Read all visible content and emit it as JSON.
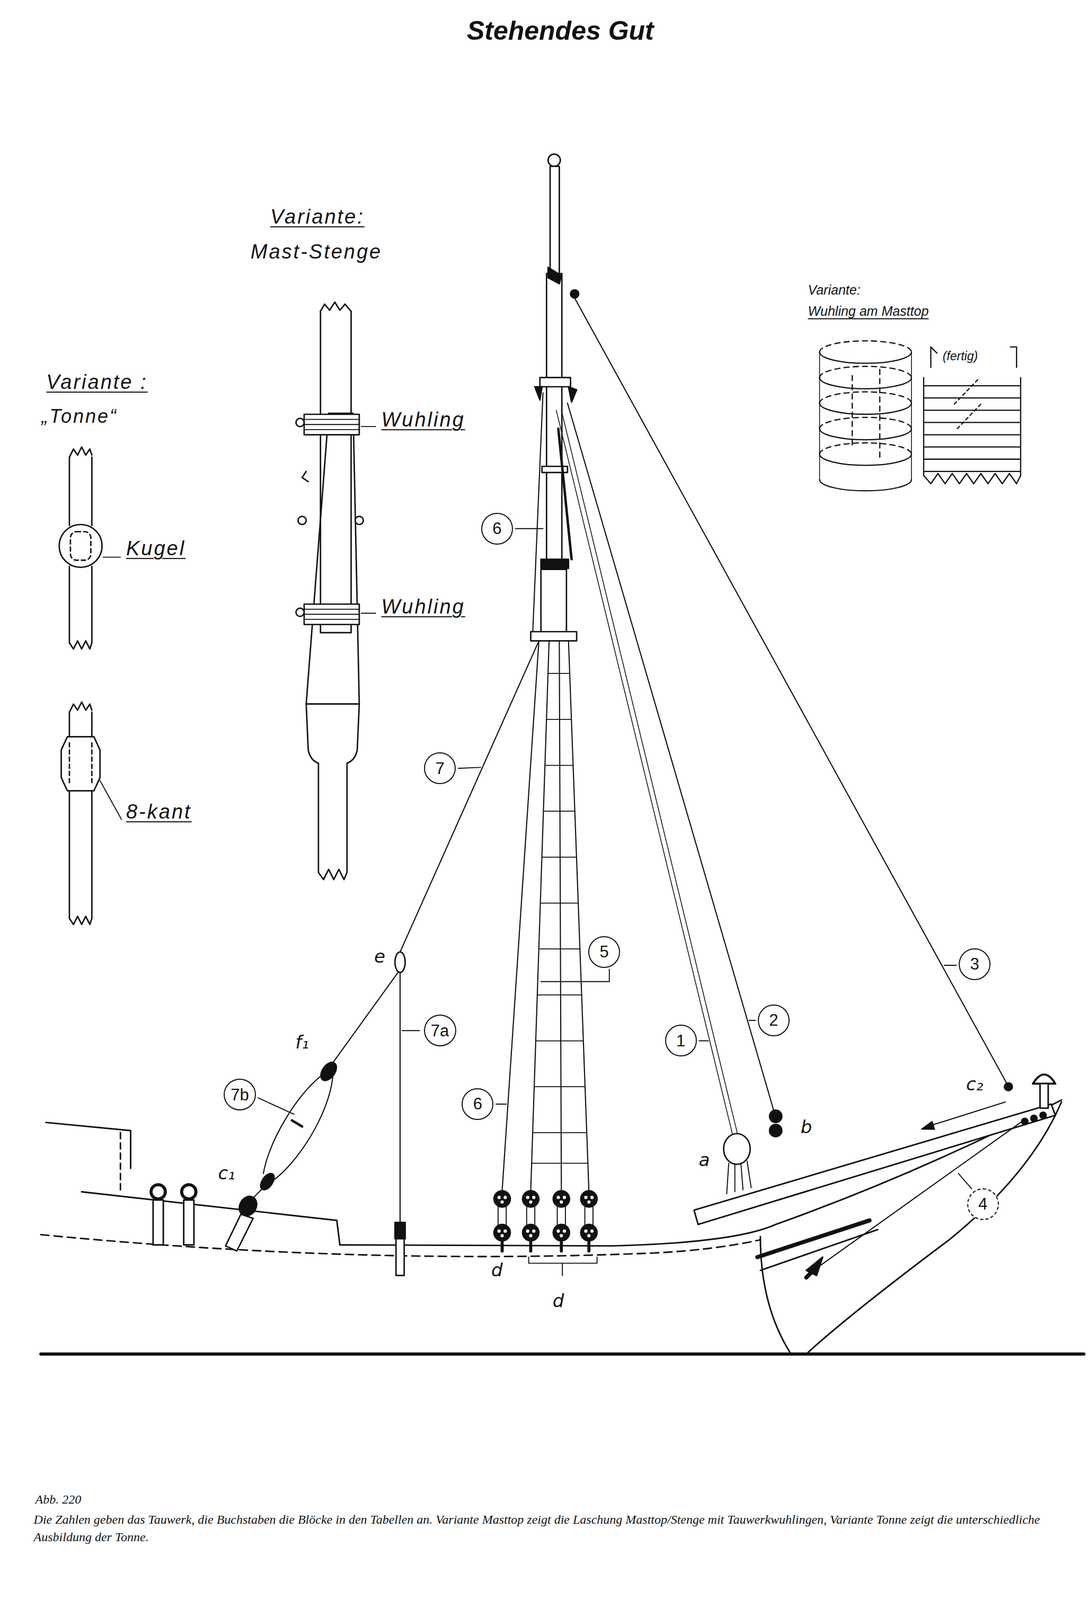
{
  "diagram": {
    "title": "Stehendes Gut",
    "caption": "Die Zahlen geben das Tauwerk, die Buchstaben die Blöcke in den Tabellen an. Variante Masttop zeigt die Laschung Masttop/Stenge mit Tauwerkwuhlingen, Variante Tonne zeigt die unterschiedliche Ausbildung der Tonne.",
    "nodes": [
      {
        "text": [
          "6"
        ]
      },
      {
        "text": [
          "7"
        ]
      },
      {
        "text": [
          "5"
        ]
      },
      {
        "text": [
          "3"
        ]
      },
      {
        "text": [
          "2"
        ]
      },
      {
        "text": [
          "7a"
        ]
      },
      {
        "text": [
          "1"
        ]
      },
      {
        "text": [
          "7b"
        ]
      },
      {
        "text": [
          "6"
        ]
      },
      {
        "text": [
          "4"
        ]
      }
    ],
    "labels": [
      "Variante:",
      "Mast-Stenge",
      "Variante :",
      "„Tonne“",
      "Kugel",
      "8-kant",
      "Wuhling",
      "Wuhling",
      "Variante:",
      "Wuhling am Masttop",
      "(fertig)",
      "e",
      "f₁",
      "c₁",
      "d",
      "d",
      "a",
      "b",
      "c₂",
      "Abb. 220"
    ]
  }
}
